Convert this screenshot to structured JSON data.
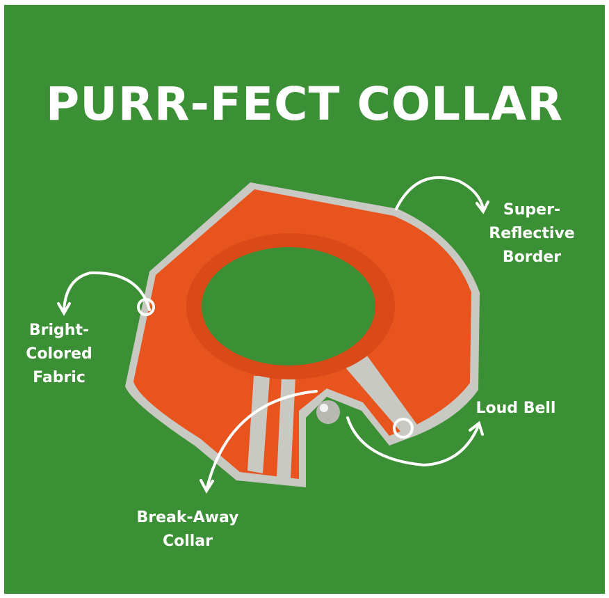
{
  "title": "PURR-FECT COLLAR",
  "labels": {
    "reflective": "Super-\nReflective\nBorder",
    "fabric": "Bright-\nColored\nFabric",
    "bell": "Loud Bell",
    "breakaway": "Break-Away\nCollar"
  },
  "colors": {
    "background": "#3b8f34",
    "collar": "#e8541e",
    "border": "#c9c9c4"
  }
}
